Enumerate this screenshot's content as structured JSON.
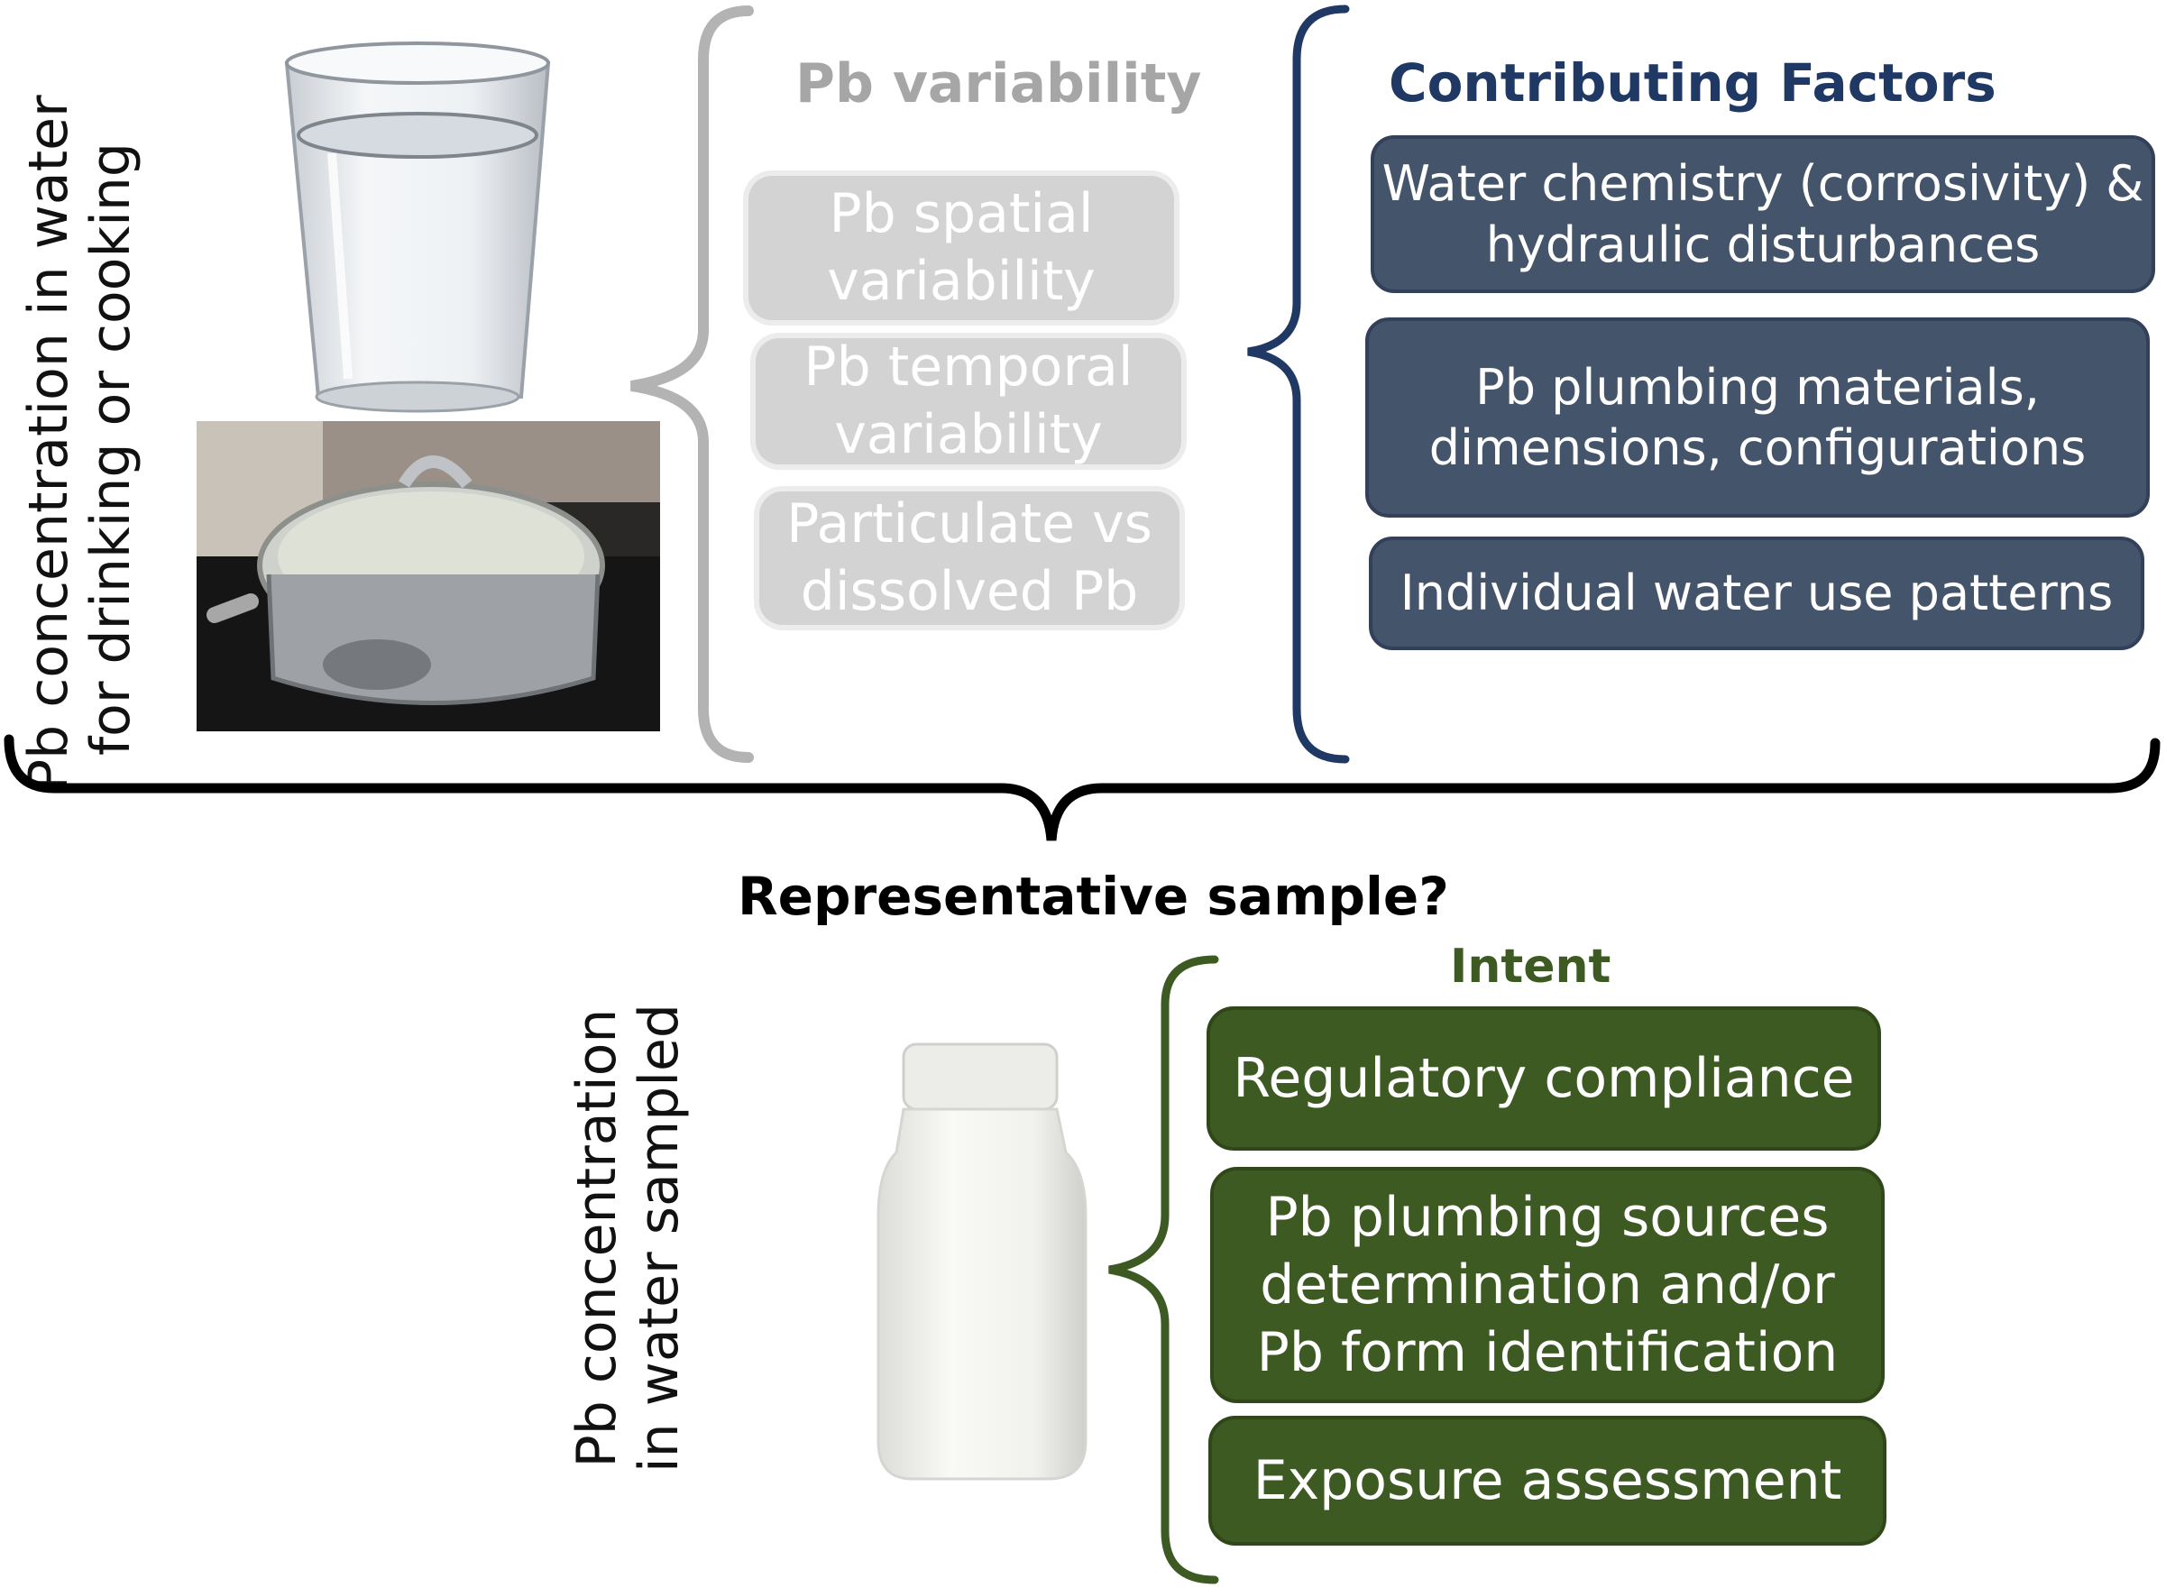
{
  "left_label": [
    "Pb concentration in water",
    "for drinking or cooking"
  ],
  "images": {
    "glass": "glass-of-water-icon",
    "pot": "boiling-pot-icon",
    "bottle": "sample-bottle-icon"
  },
  "variability": {
    "title": "Pb variability",
    "items": [
      [
        "Pb spatial",
        "variability"
      ],
      [
        "Pb temporal",
        "variability"
      ],
      [
        "Particulate vs",
        "dissolved Pb"
      ]
    ]
  },
  "factors": {
    "title": "Contributing Factors",
    "items": [
      [
        "Water chemistry (corrosivity) &",
        "hydraulic disturbances"
      ],
      [
        "Pb plumbing materials,",
        "dimensions, configurations"
      ],
      [
        "Individual water use patterns"
      ]
    ]
  },
  "question": "Representative sample?",
  "sample_label": [
    "Pb concentration",
    "in water sampled"
  ],
  "intent": {
    "title": "Intent",
    "items": [
      [
        "Regulatory compliance"
      ],
      [
        "Pb plumbing sources",
        "determination and/or",
        "Pb form identification"
      ],
      [
        "Exposure assessment"
      ]
    ]
  },
  "colors": {
    "gray": "#d3d3d3",
    "gray_text": "#a6a6a6",
    "navy": "#44546a",
    "navy_title": "#1f3864",
    "green": "#3d5a22",
    "green_title": "#3d5a22"
  }
}
